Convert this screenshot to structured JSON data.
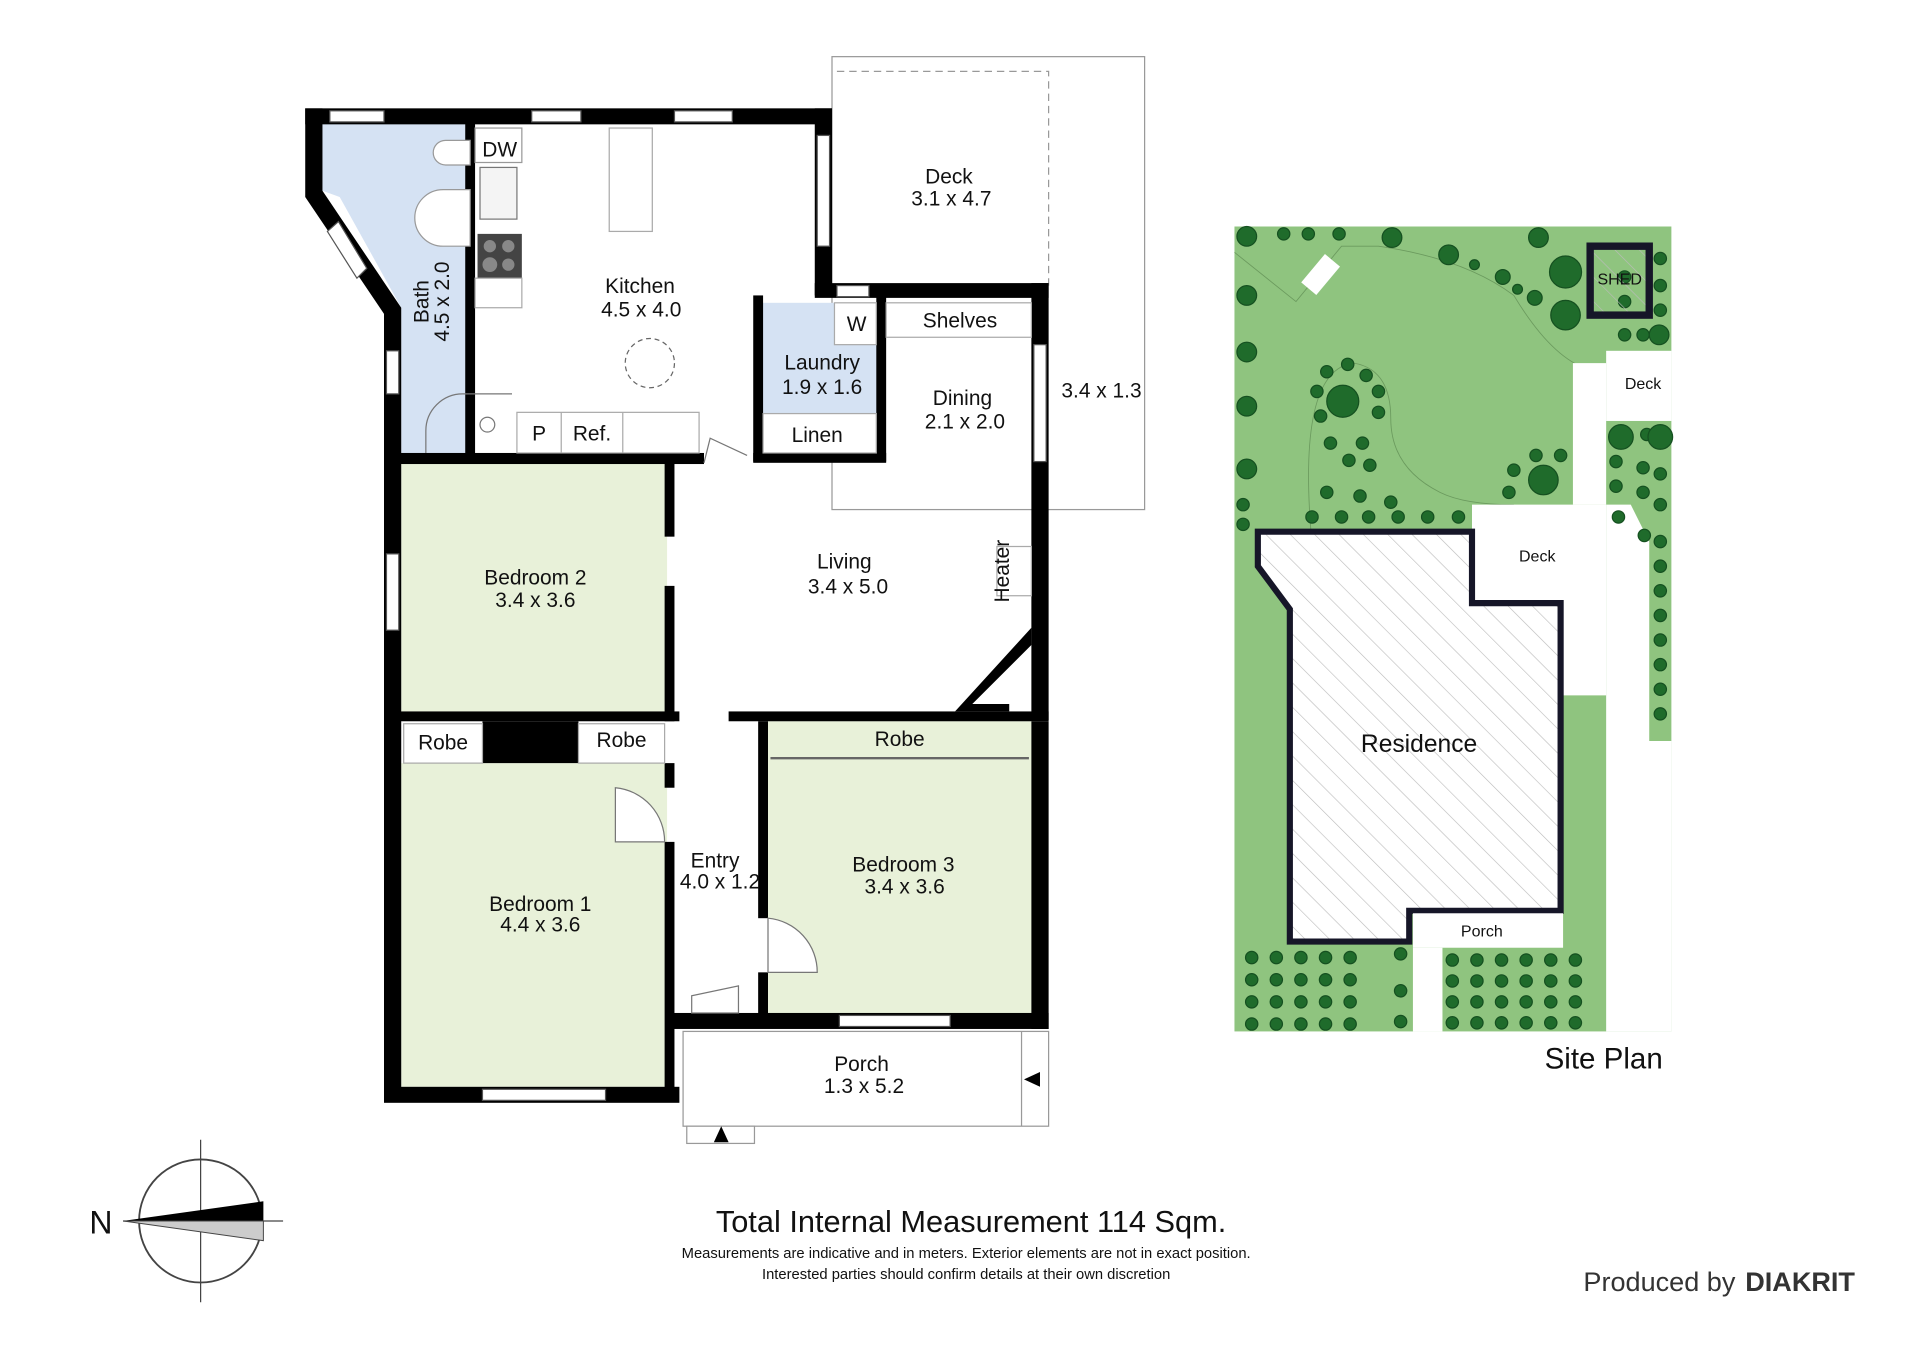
{
  "floor_plan": {
    "rooms": {
      "deck": {
        "name": "Deck",
        "size": "3.1 x 4.7"
      },
      "deck_side": {
        "size": "3.4 x 1.3"
      },
      "kitchen": {
        "name": "Kitchen",
        "size": "4.5 x 4.0"
      },
      "bath": {
        "name": "Bath",
        "size": "4.5 x 2.0"
      },
      "laundry": {
        "name": "Laundry",
        "size": "1.9 x 1.6"
      },
      "dining": {
        "name": "Dining",
        "size": "2.1 x 2.0"
      },
      "living": {
        "name": "Living",
        "size": "3.4 x 5.0"
      },
      "bedroom2": {
        "name": "Bedroom 2",
        "size": "3.4 x 3.6"
      },
      "bedroom1": {
        "name": "Bedroom 1",
        "size": "4.4 x 3.6"
      },
      "bedroom3": {
        "name": "Bedroom 3",
        "size": "3.4 x 3.6"
      },
      "entry": {
        "name": "Entry",
        "size": "4.0 x 1.2"
      },
      "porch": {
        "name": "Porch",
        "size": "1.3 x 5.2"
      }
    },
    "fixtures": {
      "dw": "DW",
      "w": "W",
      "shelves": "Shelves",
      "linen": "Linen",
      "p": "P",
      "ref": "Ref.",
      "robe": "Robe",
      "heater": "Heater"
    }
  },
  "site_plan": {
    "title": "Site Plan",
    "residence": "Residence",
    "shed": "SHED",
    "deck": "Deck",
    "porch": "Porch"
  },
  "compass": {
    "north": "N"
  },
  "footer": {
    "total": "Total Internal Measurement 114 Sqm.",
    "disclaimer1": "Measurements are indicative and in meters. Exterior elements are not in exact position.",
    "disclaimer2": "Interested parties should confirm details at their own discretion",
    "produced_by": "Produced by",
    "brand": "DIAKRIT"
  },
  "colors": {
    "wet_area": "#d5e2f3",
    "bedroom": "#e8f1d9",
    "lawn": "#8fc47f",
    "tree": "#1f6b2b",
    "residence_outline": "#161628"
  }
}
